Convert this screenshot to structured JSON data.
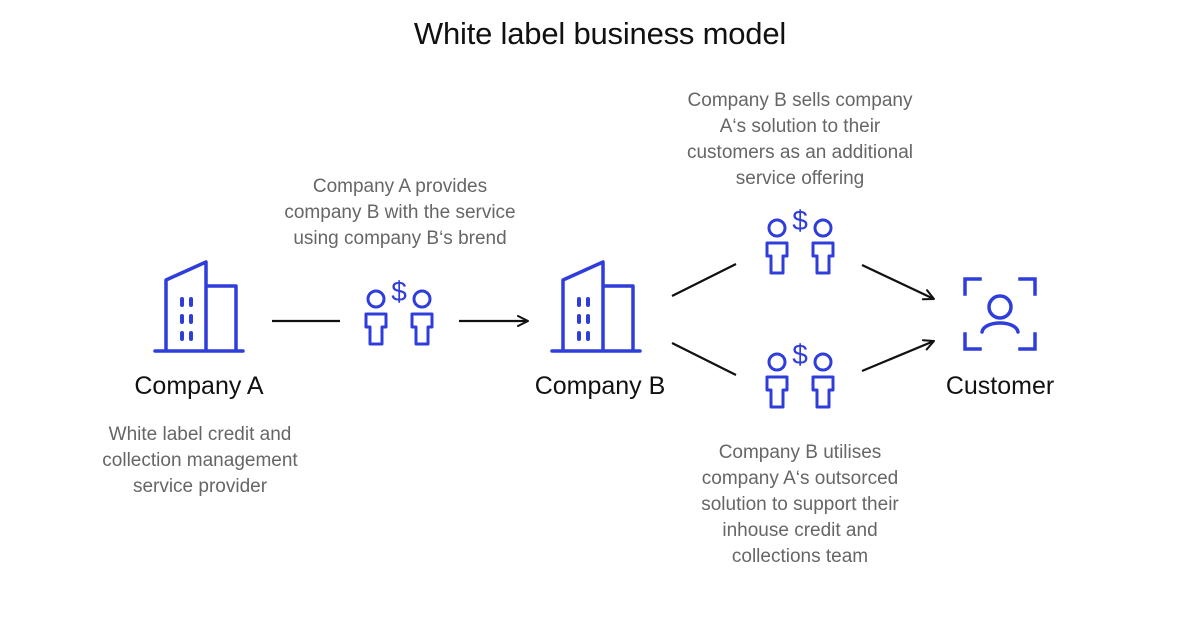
{
  "title": "White label business model",
  "nodes": {
    "company_a": {
      "label": "Company A",
      "description": [
        "White label credit and",
        "collection management",
        "service provider"
      ]
    },
    "company_b": {
      "label": "Company B"
    },
    "customer": {
      "label": "Customer"
    }
  },
  "flows": {
    "a_to_b": [
      "Company A provides",
      "company B with the service",
      "using company B‘s brend"
    ],
    "b_to_customer": [
      "Company B sells company",
      "A‘s solution to their",
      "customers as an additional",
      "service offering"
    ],
    "b_internal": [
      "Company B utilises",
      "company A‘s outsorced",
      "solution to support their",
      "inhouse credit and",
      "collections team"
    ]
  },
  "icons": {
    "company_a": "building-icon",
    "company_b": "building-icon",
    "customer": "user-focus-icon",
    "exchange": "people-dollar-icon"
  },
  "colors": {
    "accent": "#2f3ddb",
    "text": "#111111",
    "caption": "#666666",
    "line": "#111111"
  }
}
